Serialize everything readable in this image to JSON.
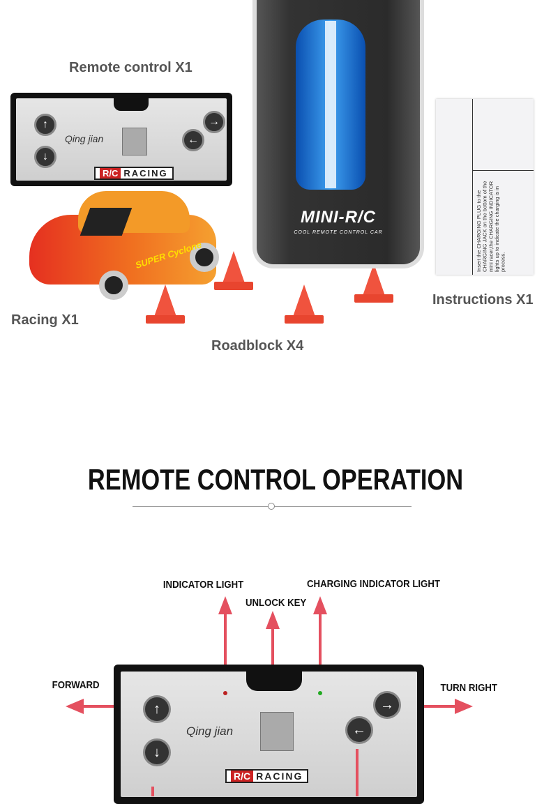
{
  "labels": {
    "remote": "Remote control X1",
    "racing": "Racing X1",
    "roadblock": "Roadblock X4",
    "instructions": "Instructions X1"
  },
  "product": {
    "can_brand": "MINI-R/C",
    "can_tagline": "COOL REMOTE CONTROL CAR",
    "remote_badge": "R/C",
    "remote_text": "RACING",
    "remote_logo": "Qing jian",
    "car_text": "SUPER Cyclone",
    "instructions_text": "Insert the CHARGING PLUG to the CHARGING JACK on the bottom of the mini racer,the CHARGING INDICATOR lights up to indicate the charging is in process."
  },
  "section": {
    "title": "REMOTE CONTROL OPERATION"
  },
  "operation": {
    "indicator_light": "INDICATOR LIGHT",
    "unlock_key": "UNLOCK KEY",
    "charging_indicator": "CHARGING INDICATOR LIGHT",
    "forward": "FORWARD",
    "turn_right": "TURN RIGHT"
  },
  "colors": {
    "arrow": "#e4505f",
    "cone": "#f0533e",
    "label": "#555555"
  }
}
